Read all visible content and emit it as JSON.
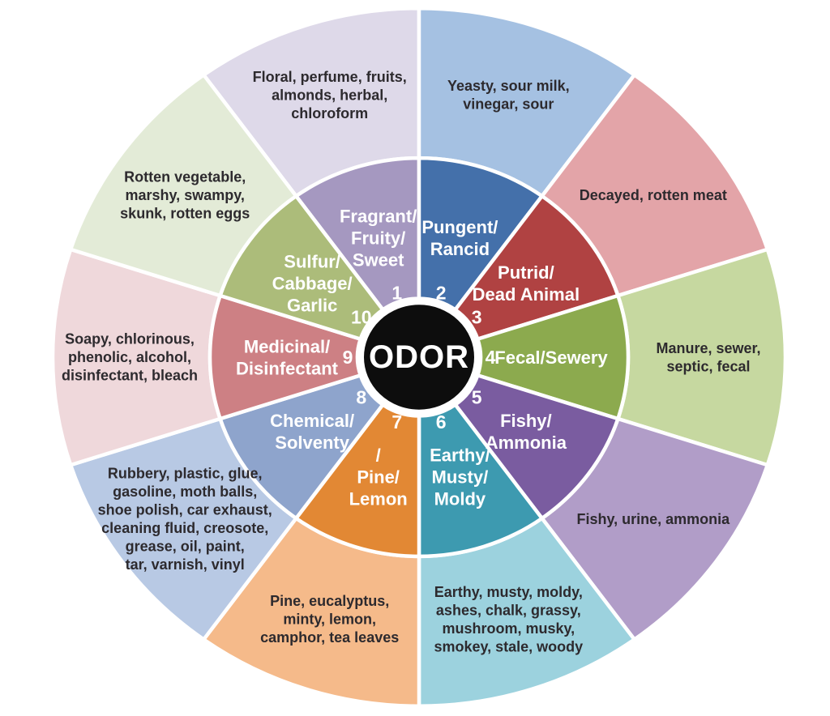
{
  "wheel": {
    "center_label": "ODOR",
    "center_bg": "#0d0d0d",
    "separator_color": "#ffffff",
    "descriptor_text_color": "#2d2a2e",
    "label_text_color": "#ffffff",
    "background": "#ffffff",
    "segments": [
      {
        "num": "1",
        "category": "Fragrant/Fruity/Sweet",
        "label_lines": [
          "Fragrant/",
          "Fruity/",
          "Sweet"
        ],
        "descriptors": "Floral, perfume, fruits, almonds, herbal, chloroform",
        "descriptor_lines": [
          "Floral, perfume, fruits,",
          "almonds, herbal,",
          "chloroform"
        ],
        "inner_color": "#a598c0",
        "outer_color": "#ded9e9"
      },
      {
        "num": "2",
        "category": "Pungent/Rancid",
        "label_lines": [
          "Pungent/",
          "Rancid"
        ],
        "descriptors": "Yeasty, sour milk, vinegar, sour",
        "descriptor_lines": [
          "Yeasty, sour milk,",
          "vinegar, sour"
        ],
        "inner_color": "#4470aa",
        "outer_color": "#a5c1e2"
      },
      {
        "num": "3",
        "category": "Putrid/Dead Animal",
        "label_lines": [
          "Putrid/",
          "Dead Animal"
        ],
        "descriptors": "Decayed, rotten meat",
        "descriptor_lines": [
          "Decayed, rotten meat"
        ],
        "inner_color": "#b04242",
        "outer_color": "#e3a4a8"
      },
      {
        "num": "4",
        "category": "Fecal/Sewery",
        "label_lines": [
          "Fecal/Sewery"
        ],
        "descriptors": "Manure, sewer, septic, fecal",
        "descriptor_lines": [
          "Manure, sewer,",
          "septic, fecal"
        ],
        "inner_color": "#8caa4e",
        "outer_color": "#c6d8a0"
      },
      {
        "num": "5",
        "category": "Fishy/Ammonia",
        "label_lines": [
          "Fishy/",
          "Ammonia"
        ],
        "descriptors": "Fishy, urine, ammonia",
        "descriptor_lines": [
          "Fishy, urine, ammonia"
        ],
        "inner_color": "#7a5ca0",
        "outer_color": "#b19dc8"
      },
      {
        "num": "6",
        "category": "Earthy/Musty/Moldy",
        "label_lines": [
          "Earthy/",
          "Musty/",
          "Moldy"
        ],
        "descriptors": "Earthy, musty, moldy, ashes, chalk, grassy, mushroom, musky, smokey, stale, woody",
        "descriptor_lines": [
          "Earthy, musty, moldy,",
          "ashes, chalk, grassy,",
          "mushroom, musky,",
          "smokey, stale, woody"
        ],
        "inner_color": "#3d9ab0",
        "outer_color": "#9cd2de"
      },
      {
        "num": "7",
        "category": "Pine/Lemon",
        "label_lines": [
          "/",
          "Pine/",
          "Lemon"
        ],
        "descriptors": "Pine, eucalyptus, minty, lemon, camphor, tea leaves",
        "descriptor_lines": [
          "Pine, eucalyptus,",
          "minty, lemon,",
          "camphor, tea leaves"
        ],
        "inner_color": "#e28834",
        "outer_color": "#f5ba8a"
      },
      {
        "num": "8",
        "category": "Chemical/Solventy",
        "label_lines": [
          "Chemical/",
          "Solventy"
        ],
        "descriptors": "Rubbery, plastic, glue, gasoline, moth balls, shoe polish, car exhaust, cleaning fluid, creosote, grease, oil, paint, tar, varnish, vinyl",
        "descriptor_lines": [
          "Rubbery, plastic, glue,",
          "gasoline, moth balls,",
          "shoe polish, car exhaust,",
          "cleaning fluid, creosote,",
          "grease, oil, paint,",
          "tar, varnish, vinyl"
        ],
        "inner_color": "#8ea4cc",
        "outer_color": "#b8c9e4"
      },
      {
        "num": "9",
        "category": "Medicinal/Disinfectant",
        "label_lines": [
          "Medicinal/",
          "Disinfectant"
        ],
        "descriptors": "Soapy, chlorinous, phenolic, alcohol, disinfectant, bleach",
        "descriptor_lines": [
          "Soapy, chlorinous,",
          "phenolic, alcohol,",
          "disinfectant, bleach"
        ],
        "inner_color": "#cd8084",
        "outer_color": "#efd8db"
      },
      {
        "num": "10",
        "category": "Sulfur/Cabbage/Garlic",
        "label_lines": [
          "Sulfur/",
          "Cabbage/",
          "Garlic"
        ],
        "descriptors": "Rotten vegetable, marshy, swampy, skunk, rotten eggs",
        "descriptor_lines": [
          "Rotten vegetable,",
          "marshy, swampy,",
          "skunk, rotten eggs"
        ],
        "inner_color": "#acbc7a",
        "outer_color": "#e3ebd7"
      }
    ]
  }
}
